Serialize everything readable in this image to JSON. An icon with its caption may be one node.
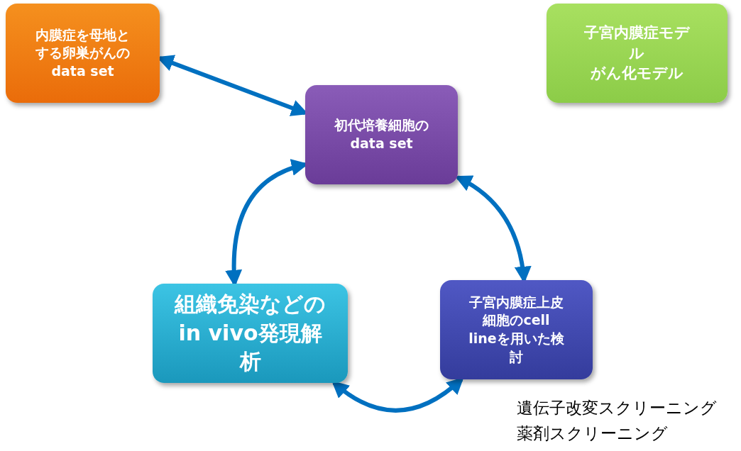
{
  "diagram": {
    "nodes": [
      {
        "text": [
          "内膜症を母地とする卵巣がんのdata set"
        ]
      },
      {
        "text": [
          "子宮内膜症モデル",
          "がん化モデル"
        ]
      },
      {
        "text": [
          "初代培養細胞のdata set"
        ]
      },
      {
        "text": [
          "子宮内膜症上皮細胞のcell lineを用いた検討"
        ]
      },
      {
        "text": [
          "組織免染などのin vivo発現解析"
        ]
      }
    ],
    "edges": [
      {
        "from": 0,
        "to": 2,
        "arrow": "both"
      },
      {
        "from": 2,
        "to": 3,
        "arrow": "both"
      },
      {
        "from": 3,
        "to": 4,
        "arrow": "both"
      },
      {
        "from": 4,
        "to": 2,
        "arrow": "both"
      }
    ],
    "labels": [
      "遺伝子改変スクリーニング",
      "薬剤スクリーニング"
    ]
  }
}
